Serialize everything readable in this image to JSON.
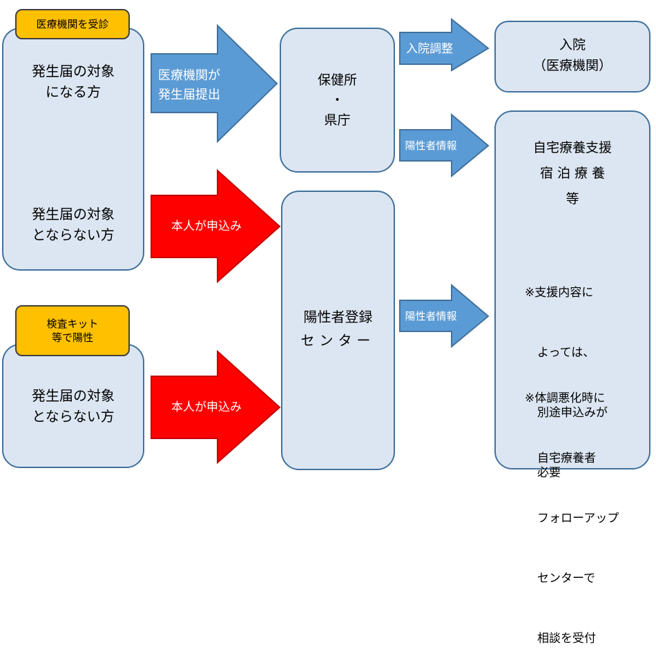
{
  "left": {
    "tag_medical": "医療機関を受診",
    "group1_line1": "発生届の対象",
    "group1_line2": "になる方",
    "group2_line1": "発生届の対象",
    "group2_line2": "とならない方",
    "tag_kit_line1": "検査キット",
    "tag_kit_line2": "等で陽性",
    "group3_line1": "発生届の対象",
    "group3_line2": "とならない方"
  },
  "arrows": {
    "submit_line1": "医療機関が",
    "submit_line2": "発生届提出",
    "apply1": "本人が申込み",
    "apply2": "本人が申込み",
    "adjust": "入院調整",
    "info1": "陽性者情報",
    "info2": "陽性者情報"
  },
  "center": {
    "health_line1": "保健所",
    "health_line2": "・",
    "health_line3": "県庁",
    "registry_line1": "陽性者登録",
    "registry_line2": "センター"
  },
  "right": {
    "hospital_line1": "入院",
    "hospital_line2": "（医療機関）",
    "support_line1": "自宅療養支援",
    "support_line2": "宿 泊 療 養",
    "support_line3": "等",
    "note1_line1": "※支援内容に",
    "note1_line2": "よっては、",
    "note1_line3": "別途申込みが",
    "note1_line4": "必要",
    "note2_line1": "※体調悪化時に",
    "note2_line2": "自宅療養者",
    "note2_line3": "フォローアップ",
    "note2_line4": "センターで",
    "note2_line5": "相談を受付"
  },
  "colors": {
    "box_fill": "#dce6f2",
    "box_border": "#41719c",
    "tag_fill": "#ffc000",
    "blue_arrow": "#5b9bd5",
    "red_arrow": "#ff0000"
  }
}
